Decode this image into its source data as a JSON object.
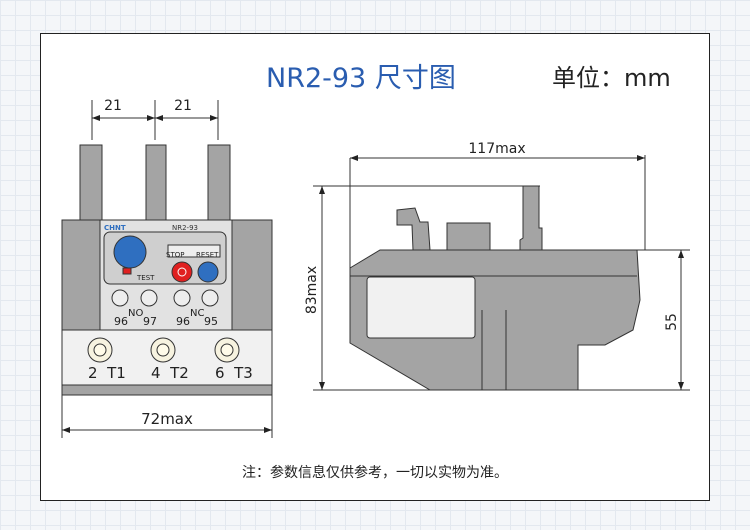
{
  "title": "NR2-93 尺寸图",
  "unit": "单位：mm",
  "note": "注：参数信息仅供参考，一切以实物为准。",
  "front_view": {
    "dim_spacing_1": "21",
    "dim_spacing_2": "21",
    "dim_width": "72max",
    "brand": "CHNT",
    "model": "NR2-93",
    "stop": "STOP",
    "reset": "RESET",
    "test": "TEST",
    "aux_terminals": [
      "96",
      "97",
      "96",
      "95"
    ],
    "no": "NO",
    "nc": "NC",
    "main_terminals": [
      "2  T1",
      "4  T2",
      "6  T3"
    ]
  },
  "side_view": {
    "dim_length": "117max",
    "dim_height": "83max",
    "dim_mount": "55"
  },
  "colors": {
    "title": "#2a5db0",
    "body": "#a4a4a4",
    "knob": "#2f6fc0",
    "stop": "#e02020"
  }
}
